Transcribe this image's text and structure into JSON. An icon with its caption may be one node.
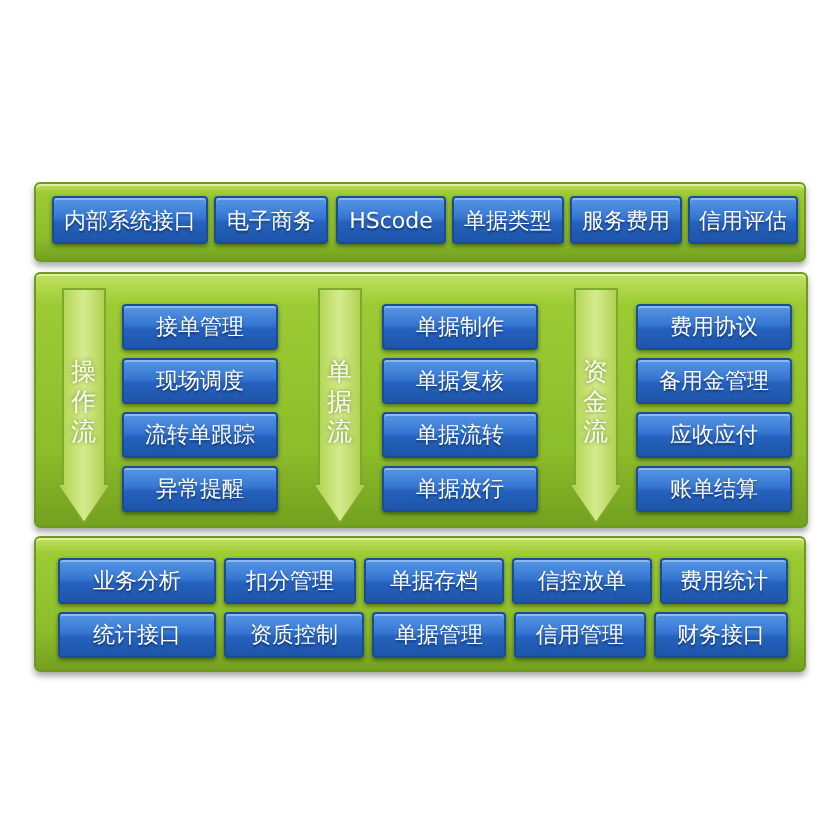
{
  "diagram": {
    "nodes": [
      {
        "text": [],
        "shape": "box"
      },
      {
        "text": [
          "内部系统接口"
        ],
        "in": 0
      },
      {
        "text": [
          "电子商务"
        ],
        "in": 0
      },
      {
        "text": [
          "HScode"
        ],
        "in": 0
      },
      {
        "text": [
          "单据类型"
        ],
        "in": 0
      },
      {
        "text": [
          "服务费用"
        ],
        "in": 0
      },
      {
        "text": [
          "信用评估"
        ],
        "in": 0
      },
      {
        "text": [],
        "shape": "box"
      },
      {
        "text": [
          "操作流"
        ],
        "in": 7
      },
      {
        "text": [
          "接单管理"
        ],
        "in": 7
      },
      {
        "text": [
          "现场调度"
        ],
        "in": 7
      },
      {
        "text": [
          "流转单跟踪"
        ],
        "in": 7
      },
      {
        "text": [
          "异常提醒"
        ],
        "in": 7
      },
      {
        "text": [
          "单据流"
        ],
        "in": 7
      },
      {
        "text": [
          "单据制作"
        ],
        "in": 7
      },
      {
        "text": [
          "单据复核"
        ],
        "in": 7
      },
      {
        "text": [
          "单据流转"
        ],
        "in": 7
      },
      {
        "text": [
          "单据放行"
        ],
        "in": 7
      },
      {
        "text": [
          "资金流"
        ],
        "in": 7
      },
      {
        "text": [
          "费用协议"
        ],
        "in": 7
      },
      {
        "text": [
          "备用金管理"
        ],
        "in": 7
      },
      {
        "text": [
          "应收应付"
        ],
        "in": 7
      },
      {
        "text": [
          "账单结算"
        ],
        "in": 7
      },
      {
        "text": [],
        "shape": "box"
      },
      {
        "text": [
          "业务分析"
        ],
        "in": 23
      },
      {
        "text": [
          "扣分管理"
        ],
        "in": 23
      },
      {
        "text": [
          "单据存档"
        ],
        "in": 23
      },
      {
        "text": [
          "信控放单"
        ],
        "in": 23
      },
      {
        "text": [
          "费用统计"
        ],
        "in": 23
      },
      {
        "text": [
          "统计接口"
        ],
        "in": 23
      },
      {
        "text": [
          "资质控制"
        ],
        "in": 23
      },
      {
        "text": [
          "单据管理"
        ],
        "in": 23
      },
      {
        "text": [
          "信用管理"
        ],
        "in": 23
      },
      {
        "text": [
          "财务接口"
        ],
        "in": 23
      }
    ]
  }
}
